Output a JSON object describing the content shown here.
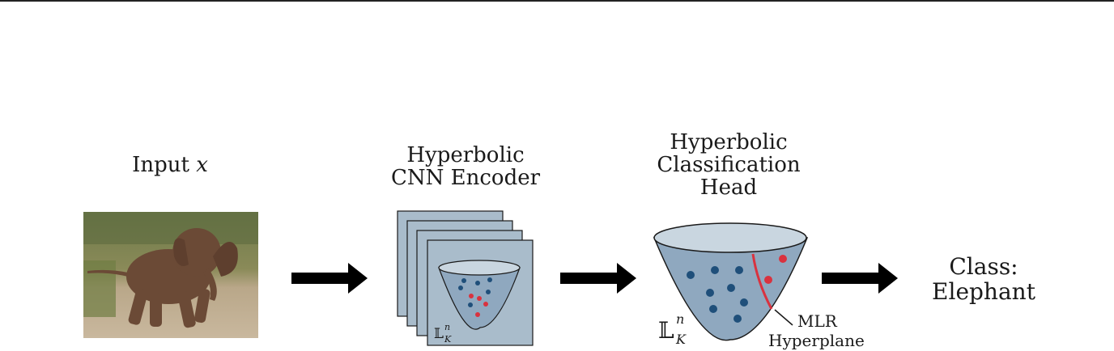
{
  "stages": {
    "input": {
      "label": "Input",
      "var": "x"
    },
    "encoder": {
      "line1": "Hyperbolic",
      "line2": "CNN Encoder",
      "space_symbol": "𝕃",
      "space_sup": "n",
      "space_sub": "K"
    },
    "head": {
      "line1": "Hyperbolic",
      "line2": "Classification",
      "line3": "Head",
      "space_symbol": "𝕃",
      "space_sup": "n",
      "space_sub": "K",
      "hyperplane_line1": "MLR",
      "hyperplane_line2": "Hyperplane"
    },
    "output": {
      "line1": "Class:",
      "line2": "Elephant"
    }
  },
  "colors": {
    "panel_fill": "#a9bccb",
    "bowl_fill": "#8fa8bf",
    "rim_fill": "#c9d6e0",
    "point_blue": "#1f4f7a",
    "point_red": "#d9323f",
    "hyperplane": "#d9323f",
    "arrow": "#000000"
  },
  "icons": [
    "arrow-right-icon",
    "elephant-photo",
    "hyperbolic-bowl-icon"
  ]
}
